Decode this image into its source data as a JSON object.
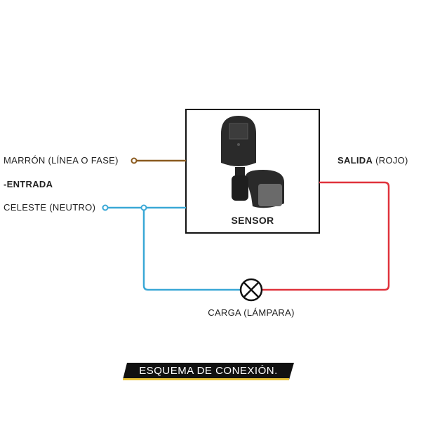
{
  "inputs": {
    "brown_label": "MARRÓN (LÍNEA O FASE)",
    "entrada_label": "-ENTRADA",
    "blue_label": "CELESTE (NEUTRO)"
  },
  "output": {
    "salida_bold": "SALIDA",
    "salida_rest": " (ROJO)"
  },
  "sensor": {
    "label": "SENSOR"
  },
  "load": {
    "label": "CARGA (LÁMPARA)"
  },
  "banner": {
    "title": "ESQUEMA DE CONEXIÓN."
  },
  "colors": {
    "brown": "#8a5a1e",
    "blue": "#3aa8d6",
    "red": "#e0323c",
    "banner_bg": "#111111",
    "banner_accent": "#e8c23a"
  }
}
